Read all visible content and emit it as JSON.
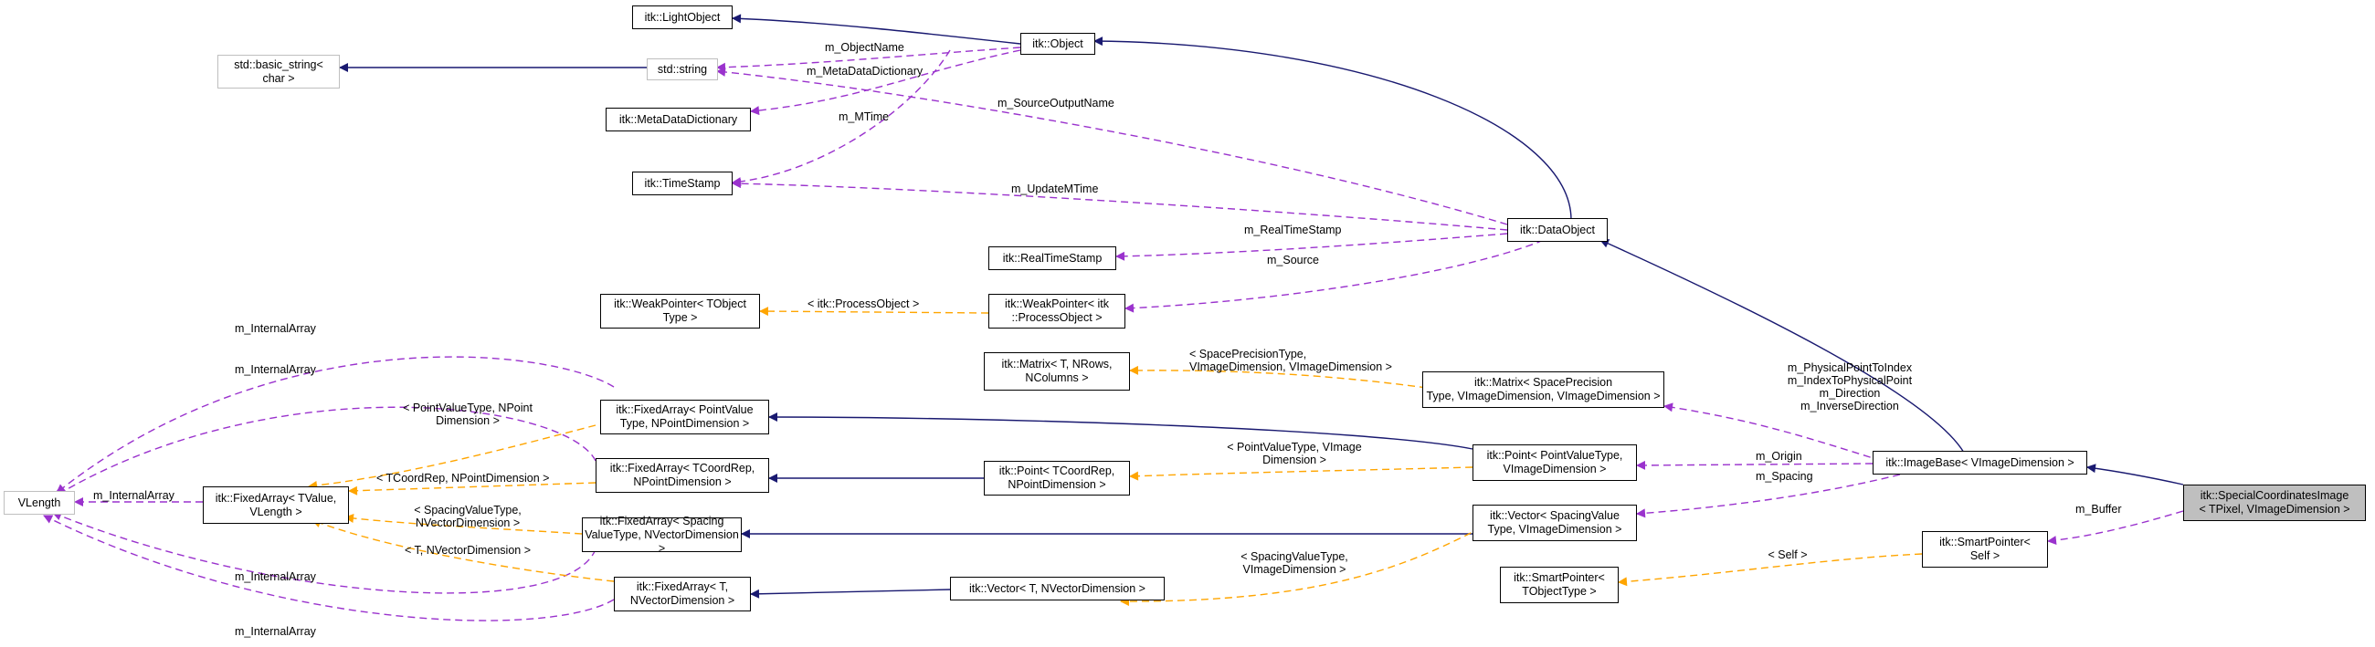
{
  "nodes": {
    "lightobject": "itk::LightObject",
    "object": "itk::Object",
    "basic_string": "std::basic_string<\nchar >",
    "std_string": "std::string",
    "metadatadictionary": "itk::MetaDataDictionary",
    "timestamp": "itk::TimeStamp",
    "realtimestamp": "itk::RealTimeStamp",
    "dataobject": "itk::DataObject",
    "weakpointer_tobject": "itk::WeakPointer< TObject\nType >",
    "weakpointer_processobject": "itk::WeakPointer< itk\n::ProcessObject >",
    "matrix_generic": "itk::Matrix< T, NRows,\nNColumns >",
    "matrix_spaceprecision": "itk::Matrix< SpacePrecision\nType, VImageDimension, VImageDimension >",
    "fixedarray_pointvalue": "itk::FixedArray< PointValue\nType, NPointDimension >",
    "fixedarray_tcoordrep": "itk::FixedArray< TCoordRep,\nNPointDimension >",
    "fixedarray_tvalue": "itk::FixedArray< TValue,\nVLength >",
    "fixedarray_spacing": "itk::FixedArray< Spacing\nValueType, NVectorDimension >",
    "fixedarray_t": "itk::FixedArray< T,\nNVectorDimension >",
    "vlength": "VLength",
    "point_tcoordrep": "itk::Point< TCoordRep,\nNPointDimension >",
    "point_pointvalue": "itk::Point< PointValueType,\nVImageDimension >",
    "imagebase": "itk::ImageBase< VImageDimension >",
    "vector_spacing": "itk::Vector< SpacingValue\nType, VImageDimension >",
    "vector_t": "itk::Vector< T, NVectorDimension >",
    "smartpointer_tobject": "itk::SmartPointer<\nTObjectType >",
    "smartpointer_self": "itk::SmartPointer<\nSelf >",
    "specialcoordinatesimage": "itk::SpecialCoordinatesImage\n< TPixel, VImageDimension >"
  },
  "edge_labels": {
    "m_objectname": "m_ObjectName",
    "m_metadatadictionary": "m_MetaDataDictionary",
    "m_mtime": "m_MTime",
    "m_sourceoutputname": "m_SourceOutputName",
    "m_updatemtime": "m_UpdateMTime",
    "m_realtimestamp": "m_RealTimeStamp",
    "m_source": "m_Source",
    "process_object_tpl": "< itk::ProcessObject >",
    "internalarray_1": "m_InternalArray",
    "internalarray_2": "m_InternalArray",
    "internalarray_3": "m_InternalArray",
    "internalarray_4": "m_InternalArray",
    "internalarray_5": "m_InternalArray",
    "spaceprecision_tpl_1": "< SpacePrecisionType,",
    "spaceprecision_tpl_2": "VImageDimension, VImageDimension >",
    "imagebase_members_1": "m_PhysicalPointToIndex",
    "imagebase_members_2": "m_IndexToPhysicalPoint",
    "imagebase_members_3": "m_Direction",
    "imagebase_members_4": "m_InverseDirection",
    "pointvaluetype_npoint_1": "< PointValueType, NPoint",
    "pointvaluetype_npoint_2": "Dimension >",
    "pointvaluetype_vimage_1": "< PointValueType, VImage",
    "pointvaluetype_vimage_2": "Dimension >",
    "m_origin": "m_Origin",
    "m_spacing": "m_Spacing",
    "m_buffer": "m_Buffer",
    "tcoordrep_tpl": "< TCoordRep, NPointDimension >",
    "spacing_nvector_1": "< SpacingValueType,",
    "spacing_nvector_2": "NVectorDimension >",
    "t_nvector": "< T, NVectorDimension >",
    "spacing_vimage_1": "< SpacingValueType,",
    "spacing_vimage_2": "VImageDimension >",
    "self_tpl": "< Self >"
  },
  "colors": {
    "inheritance": "#191970",
    "usage": "#9a32cd",
    "template": "#ffa500",
    "selected_fill": "#bfbfbf",
    "external_border": "#bfbfbf"
  }
}
